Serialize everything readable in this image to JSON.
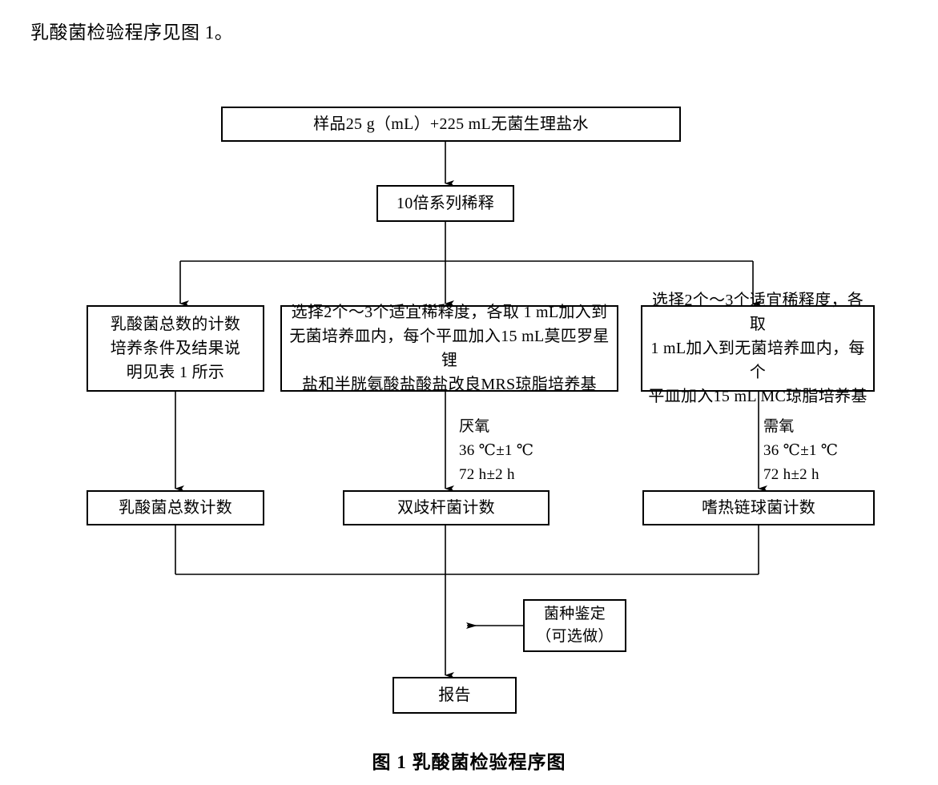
{
  "page": {
    "intro": "乳酸菌检验程序见图 1。",
    "caption": "图 1    乳酸菌检验程序图"
  },
  "diagram_data": {
    "type": "flowchart",
    "title": "乳酸菌检验程序图",
    "orientation": "top-to-bottom",
    "nodes": [
      {
        "id": "sample",
        "label": "样品25 g（mL）+225 mL无菌生理盐水",
        "shape": "rect",
        "row": 1
      },
      {
        "id": "dilution",
        "label": "10倍系列稀释",
        "shape": "rect",
        "row": 2
      },
      {
        "id": "total_cond",
        "label": "乳酸菌总数的计数\n培养条件及结果说\n明见表 1 所示",
        "shape": "rect",
        "row": 3
      },
      {
        "id": "mrs",
        "label": "选择2个～3个适宜稀释度，各取 1 mL加入到\n无菌培养皿内，每个平皿加入15 mL莫匹罗星锂\n盐和半胱氨酸盐酸盐改良MRS琼脂培养基",
        "shape": "rect",
        "row": 3
      },
      {
        "id": "mc",
        "label": "选择2个～3个适宜稀释度，各取\n1 mL加入到无菌培养皿内，每个\n平皿加入15 mL  MC琼脂培养基",
        "shape": "rect",
        "row": 3
      },
      {
        "id": "total_count",
        "label": "乳酸菌总数计数",
        "shape": "rect",
        "row": 4
      },
      {
        "id": "bifido_count",
        "label": "双歧杆菌计数",
        "shape": "rect",
        "row": 4
      },
      {
        "id": "strep_count",
        "label": "嗜热链球菌计数",
        "shape": "rect",
        "row": 4
      },
      {
        "id": "identify",
        "label": "菌种鉴定\n（可选做）",
        "shape": "rect",
        "row": 5
      },
      {
        "id": "report",
        "label": "报告",
        "shape": "rect",
        "row": 6
      }
    ],
    "edge_annotations": [
      {
        "id": "anaerobic",
        "between": "mrs -> bifido_count",
        "label": "厌氧\n36 ℃±1 ℃\n72 h±2 h"
      },
      {
        "id": "aerobic",
        "between": "mc -> strep_count",
        "label": "需氧\n36 ℃±1 ℃\n72 h±2 h"
      }
    ],
    "edges": [
      {
        "from": "sample",
        "to": "dilution",
        "style": "arrow"
      },
      {
        "from": "dilution",
        "to": "total_cond",
        "style": "split-arrow"
      },
      {
        "from": "dilution",
        "to": "mrs",
        "style": "split-arrow"
      },
      {
        "from": "dilution",
        "to": "mc",
        "style": "split-arrow"
      },
      {
        "from": "total_cond",
        "to": "total_count",
        "style": "arrow"
      },
      {
        "from": "mrs",
        "to": "bifido_count",
        "style": "arrow"
      },
      {
        "from": "mc",
        "to": "strep_count",
        "style": "arrow"
      },
      {
        "from": "total_count",
        "to": "report",
        "style": "merge"
      },
      {
        "from": "bifido_count",
        "to": "report",
        "style": "merge"
      },
      {
        "from": "strep_count",
        "to": "report",
        "style": "merge"
      },
      {
        "from": "identify",
        "to": "report",
        "style": "arrow-left"
      }
    ],
    "colors": {
      "stroke": "#000000",
      "fill": "#ffffff",
      "text": "#000000"
    }
  }
}
